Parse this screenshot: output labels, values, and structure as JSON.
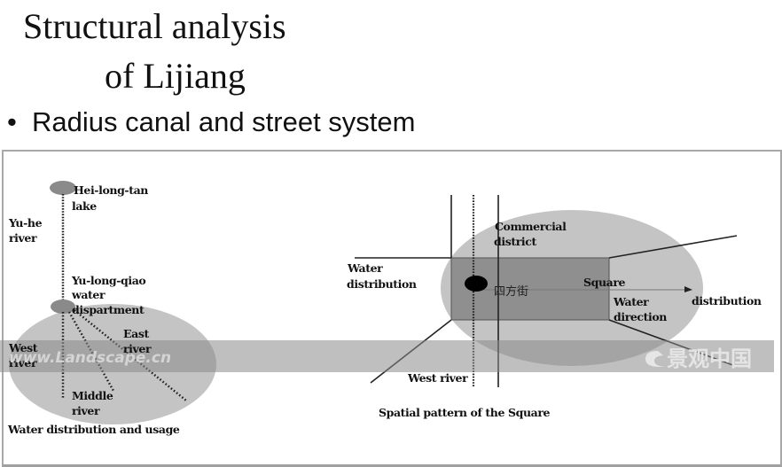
{
  "slide": {
    "title_line1": "Structural analysis",
    "title_line2": "of Lijiang",
    "bullet_symbol": "•",
    "bullet_text": "Radius canal and street system"
  },
  "left_diagram": {
    "labels": {
      "lake_line1": "Hei-long-tan",
      "lake_line2": "lake",
      "yuhe_line1": "Yu-he",
      "yuhe_line2": "river",
      "dept_line1": "Yu-long-qiao",
      "dept_line2": "water",
      "dept_line3": "dispartment",
      "east_line1": "East",
      "east_line2": "river",
      "west_line1": "West",
      "west_line2": "river",
      "middle_line1": "Middle",
      "middle_line2": "river"
    },
    "caption": "Water distribution and usage"
  },
  "right_diagram": {
    "labels": {
      "commercial_line1": "Commercial",
      "commercial_line2": "district",
      "water_dist_line1": "Water",
      "water_dist_line2": "distribution",
      "sifangjie": "四方街",
      "square": "Square",
      "water_dir_line1": "Water",
      "water_dir_line2": "direction",
      "distribution": "distribution",
      "west_river": "West river"
    },
    "caption": "Spatial pattern of the Square"
  },
  "watermarks": {
    "url": "www.Landscape.cn",
    "logo_text": "景观中国"
  },
  "colors": {
    "ellipse_fill": "#c4c4c4",
    "square_fill": "#8f8f8f",
    "band_fill": "#9a9a9a",
    "node_fill": "#8a8a8a",
    "black_dot": "#000000"
  }
}
